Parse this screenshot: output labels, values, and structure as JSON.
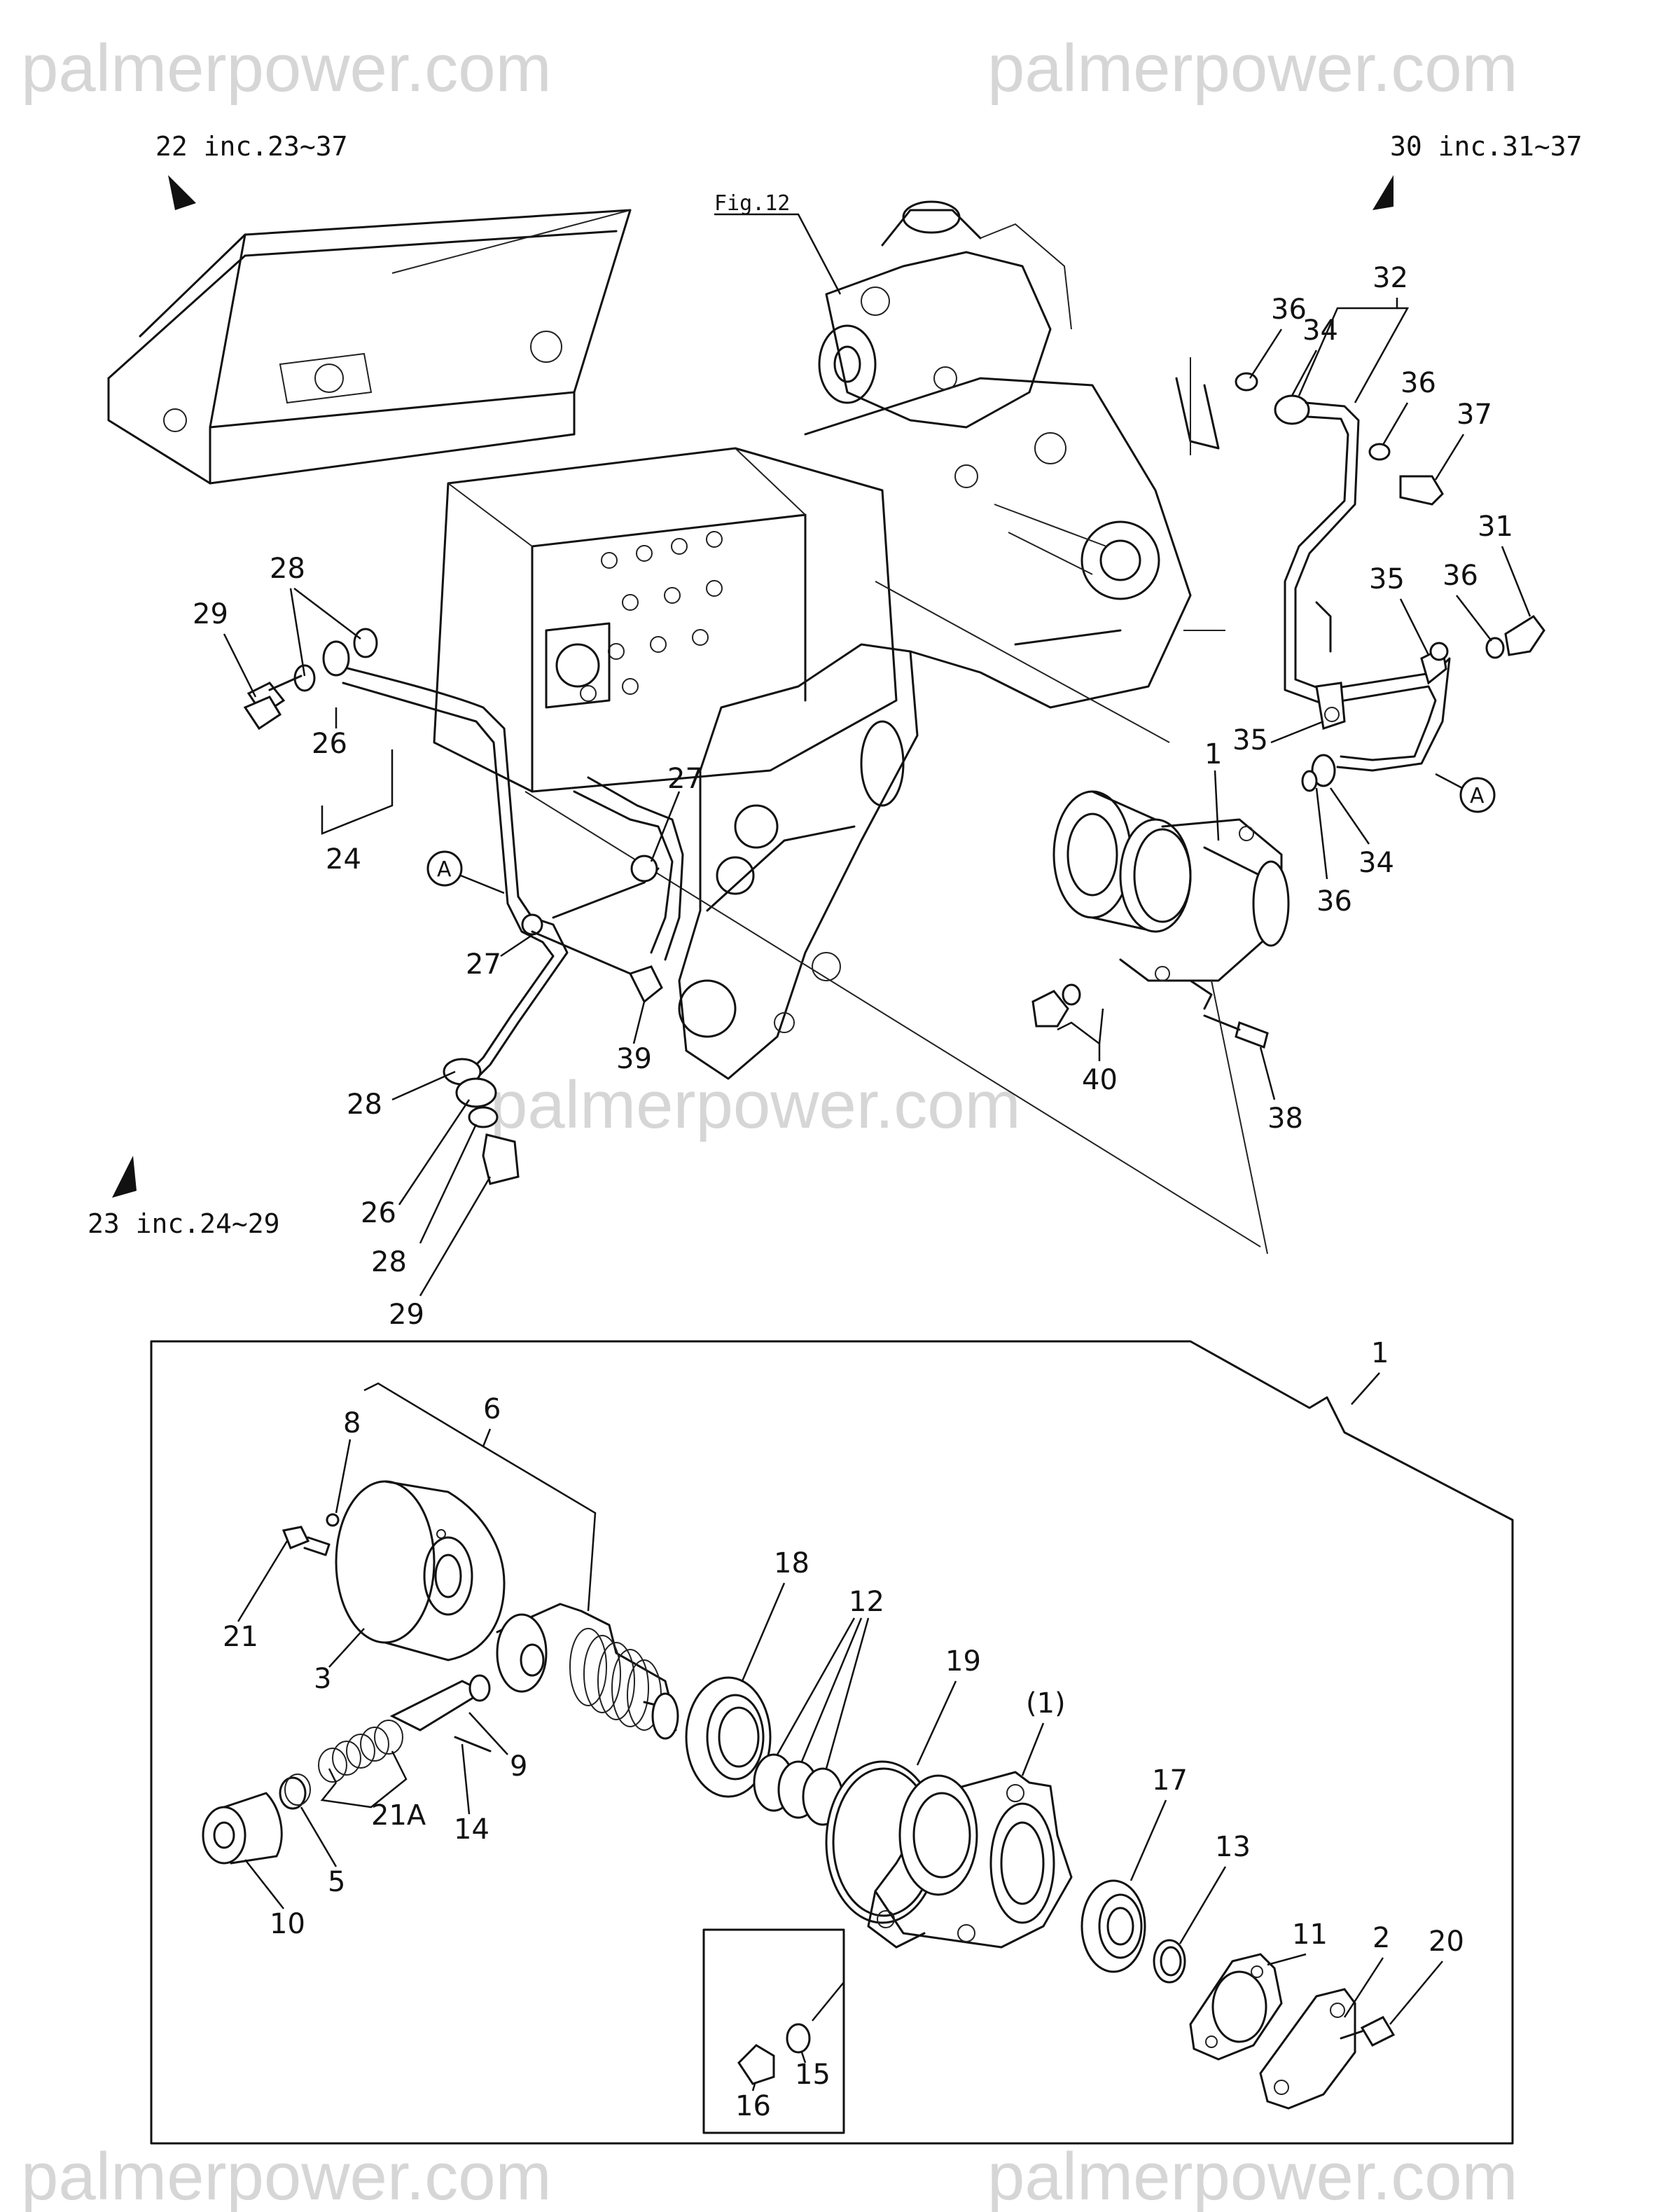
{
  "watermark": "palmerpower.com",
  "fig_ref": "Fig.12",
  "assembly_refs": [
    {
      "id": "ref-22",
      "text": "22 inc.23~37"
    },
    {
      "id": "ref-30",
      "text": "30 inc.31~37"
    },
    {
      "id": "ref-23",
      "text": "23 inc.24~29"
    }
  ],
  "connection_marker": "A",
  "upper_callouts": [
    "1",
    "24",
    "26",
    "26",
    "27",
    "27",
    "28",
    "28",
    "28",
    "29",
    "29",
    "31",
    "32",
    "34",
    "34",
    "35",
    "35",
    "36",
    "36",
    "36",
    "36",
    "37",
    "38",
    "39",
    "40"
  ],
  "detail_callouts": [
    "1",
    "2",
    "3",
    "5",
    "6",
    "8",
    "9",
    "10",
    "11",
    "12",
    "13",
    "14",
    "15",
    "16",
    "17",
    "18",
    "19",
    "20",
    "21",
    "21A",
    "(1)"
  ]
}
